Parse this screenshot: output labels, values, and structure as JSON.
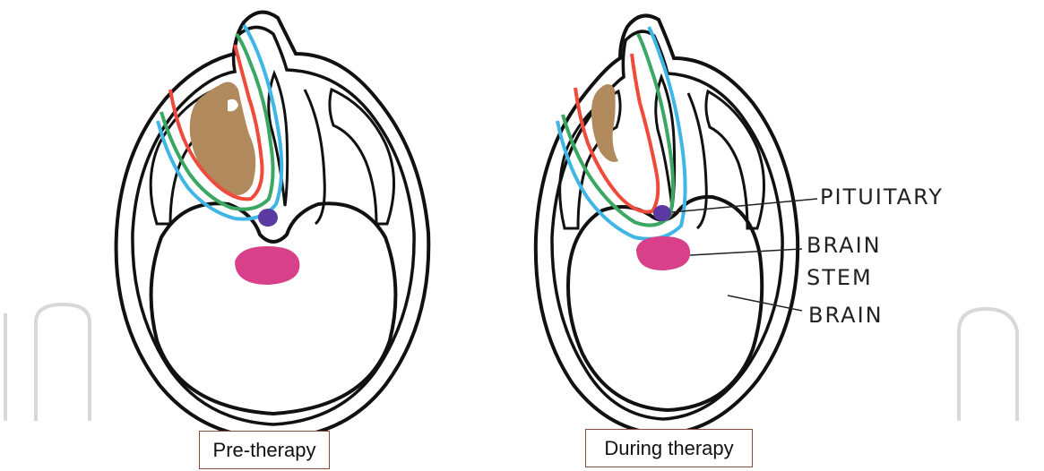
{
  "panels": [
    {
      "caption": "Pre-therapy"
    },
    {
      "caption": "During therapy"
    }
  ],
  "labels": {
    "pituitary": "PITUITARY",
    "brain_stem_line1": "BRAIN",
    "brain_stem_line2": "STEM",
    "brain": "BRAIN"
  },
  "colors": {
    "outline": "#111111",
    "red_contour": "#ef4a3c",
    "green_contour": "#3aa862",
    "blue_contour": "#40b6e6",
    "tumor": "#b08a5c",
    "pituitary": "#5a3aa0",
    "brain_stem": "#d8418a",
    "caption_border": "#8a4b3a"
  }
}
